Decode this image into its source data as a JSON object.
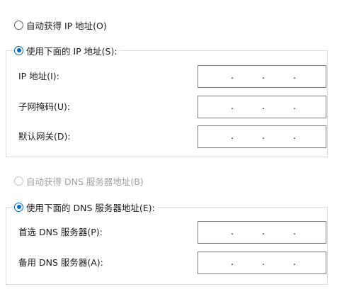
{
  "ip_settings": {
    "auto_ip_label": "自动获得 IP 地址(O)",
    "manual_ip_label": "使用下面的 IP 地址(S):",
    "fields": [
      {
        "label": "IP 地址(I):",
        "value": ". . ."
      },
      {
        "label": "子网掩码(U):",
        "value": ". . ."
      },
      {
        "label": "默认网关(D):",
        "value": ". . ."
      }
    ]
  },
  "dns_settings": {
    "auto_dns_label": "自动获得 DNS 服务器地址(B)",
    "manual_dns_label": "使用下面的 DNS 服务器地址(E):",
    "fields": [
      {
        "label": "首选 DNS 服务器(P):",
        "value": ". . ."
      },
      {
        "label": "备用 DNS 服务器(A):",
        "value": ". . ."
      }
    ]
  },
  "state": {
    "auto_ip_selected": false,
    "manual_ip_selected": true,
    "auto_dns_enabled": false,
    "manual_dns_selected": true
  },
  "colors": {
    "accent": "#0067c0",
    "group_border": "#dcdcdc",
    "input_border": "#7a7a7a",
    "disabled_text": "#a0a0a0"
  },
  "icons": {
    "radio_unchecked": "radio-unchecked-icon",
    "radio_checked": "radio-checked-icon"
  }
}
